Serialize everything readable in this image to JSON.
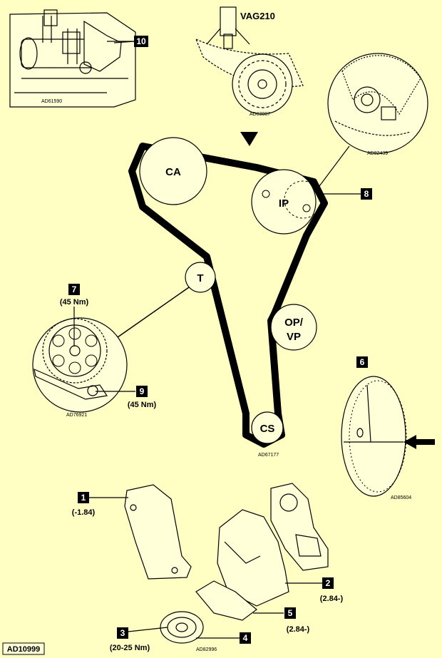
{
  "tool_label": "VAG210",
  "pulleys": {
    "camshaft": "CA",
    "injection_pump": "IP",
    "tensioner": "T",
    "oil_vacuum_pump_line1": "OP/",
    "oil_vacuum_pump_line2": "VP",
    "crankshaft": "CS"
  },
  "callouts": [
    {
      "number": "1",
      "value": "(-1.84)"
    },
    {
      "number": "2",
      "value": "(2.84-)"
    },
    {
      "number": "3",
      "value": "(20-25 Nm)"
    },
    {
      "number": "4",
      "value": ""
    },
    {
      "number": "5",
      "value": "(2.84-)"
    },
    {
      "number": "6",
      "value": ""
    },
    {
      "number": "7",
      "value": "(45 Nm)"
    },
    {
      "number": "8",
      "value": ""
    },
    {
      "number": "9",
      "value": "(45 Nm)"
    },
    {
      "number": "10",
      "value": ""
    }
  ],
  "figure_codes": {
    "engine_top": "AD61590",
    "tool_sprocket": "AD83007",
    "pump_sprocket": "AD82439",
    "tensioner_detail": "AD76921",
    "main_belt": "AD67177",
    "crank_mark": "AD85604",
    "covers": "AD82996"
  },
  "figure_id": "AD10999",
  "colors": {
    "background": "#ffffc4",
    "ink": "#000000",
    "label_box": "#000000"
  }
}
